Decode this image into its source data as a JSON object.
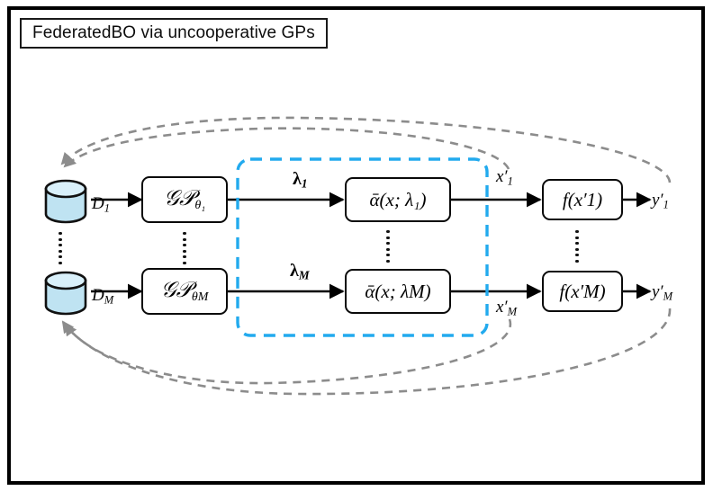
{
  "figure": {
    "title": "FederatedBO via uncooperative GPs",
    "type": "block-diagram",
    "description": "Federated Bayesian Optimization pipeline with M uncooperative Gaussian Process agents"
  },
  "colors": {
    "frame": "#000000",
    "node_border": "#0a0a0a",
    "database_fill": "#bfe3f2",
    "database_stroke": "#111111",
    "cyan_dashed_region": "#22aaee",
    "feedback_arrow": "#8c8c8c",
    "flow_arrow": "#000000",
    "text": "#000000"
  },
  "rows": [
    {
      "id": "row-1",
      "database_label": "D",
      "database_sub": "1",
      "gp_label": "GP",
      "gp_sub": "θ₁",
      "lambda_label": "λ",
      "lambda_sub": "1",
      "acquisition_label": "ᾱ(x; λ₁)",
      "query_label": "x′",
      "query_sub": "1",
      "objective_label": "f(x′1)",
      "observation_label": "y′",
      "observation_sub": "1"
    },
    {
      "id": "row-M",
      "database_label": "D",
      "database_sub": "M",
      "gp_label": "GP",
      "gp_sub": "θM",
      "lambda_label": "λ",
      "lambda_sub": "M",
      "acquisition_label": "ᾱ(x; λM)",
      "query_label": "x′",
      "query_sub": "M",
      "objective_label": "f(x′M)",
      "observation_label": "y′",
      "observation_sub": "M"
    }
  ],
  "ellipsis": {
    "dot_count": 6,
    "columns": [
      "database-column",
      "gp-column",
      "acquisition-column",
      "objective-column"
    ]
  },
  "regions": {
    "federated_region": {
      "style": "dashed",
      "color": "#22aaee",
      "meaning": "federated acquisition-function exchange"
    }
  },
  "feedback": {
    "count": 4,
    "style": "dashed",
    "color": "#8c8c8c",
    "edges": [
      {
        "from": "x′1",
        "to": "D₁"
      },
      {
        "from": "y′1",
        "to": "D₁"
      },
      {
        "from": "x′M",
        "to": "DM"
      },
      {
        "from": "y′M",
        "to": "DM"
      }
    ]
  }
}
